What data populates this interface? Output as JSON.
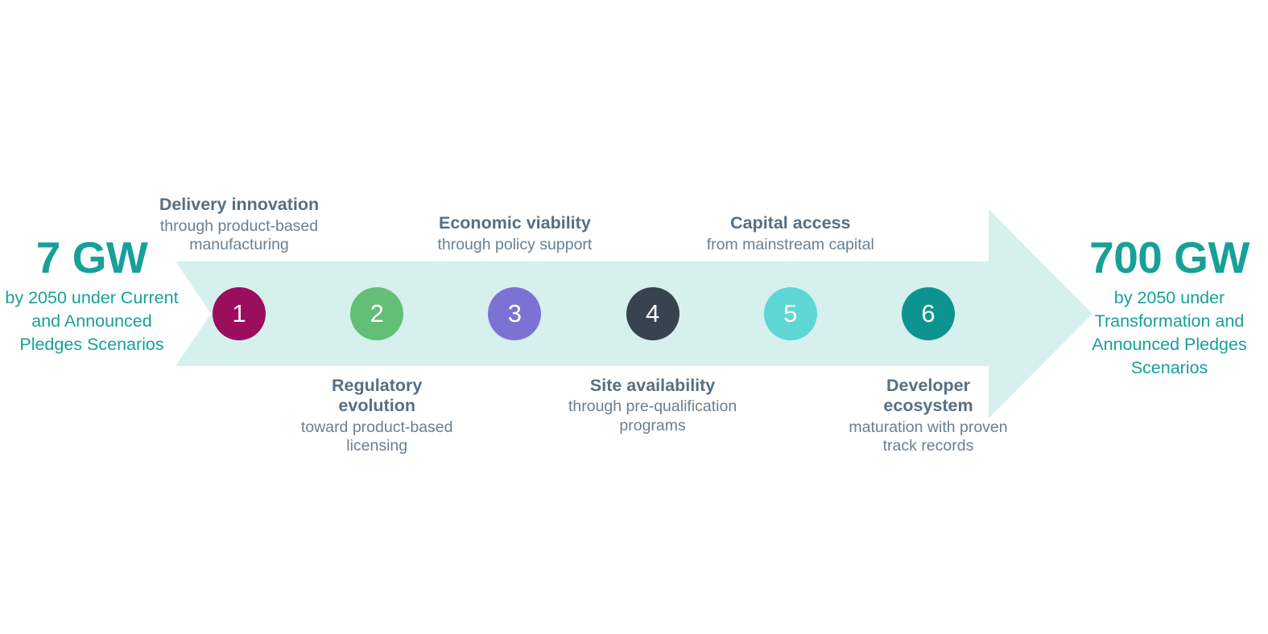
{
  "colors": {
    "band": "#d6f0ee",
    "teal": "#17a098",
    "title_slate": "#566f82",
    "desc_slate": "#6b7f8d",
    "background": "#ffffff"
  },
  "endpoints": {
    "left": {
      "value": "7 GW",
      "caption": "by 2050 under Current and Announced Pledges Scenarios"
    },
    "right": {
      "value": "700 GW",
      "caption": "by 2050 under Transformation and Announced Pledges Scenarios"
    }
  },
  "steps": [
    {
      "number": "1",
      "color": "#9b0e5e",
      "position": "above",
      "title": "Delivery innovation",
      "desc": "through product-based manufacturing"
    },
    {
      "number": "2",
      "color": "#63be76",
      "position": "below",
      "title": "Regulatory evolution",
      "desc": "toward product-based licensing"
    },
    {
      "number": "3",
      "color": "#7b73d4",
      "position": "above",
      "title": "Economic viability",
      "desc": "through policy support"
    },
    {
      "number": "4",
      "color": "#37434f",
      "position": "below",
      "title": "Site availability",
      "desc": "through pre-qualification programs"
    },
    {
      "number": "5",
      "color": "#5ed6d6",
      "position": "above",
      "title": "Capital access",
      "desc": "from mainstream capital"
    },
    {
      "number": "6",
      "color": "#0e9490",
      "position": "below",
      "title": "Developer ecosystem",
      "desc": "maturation with proven track records"
    }
  ]
}
